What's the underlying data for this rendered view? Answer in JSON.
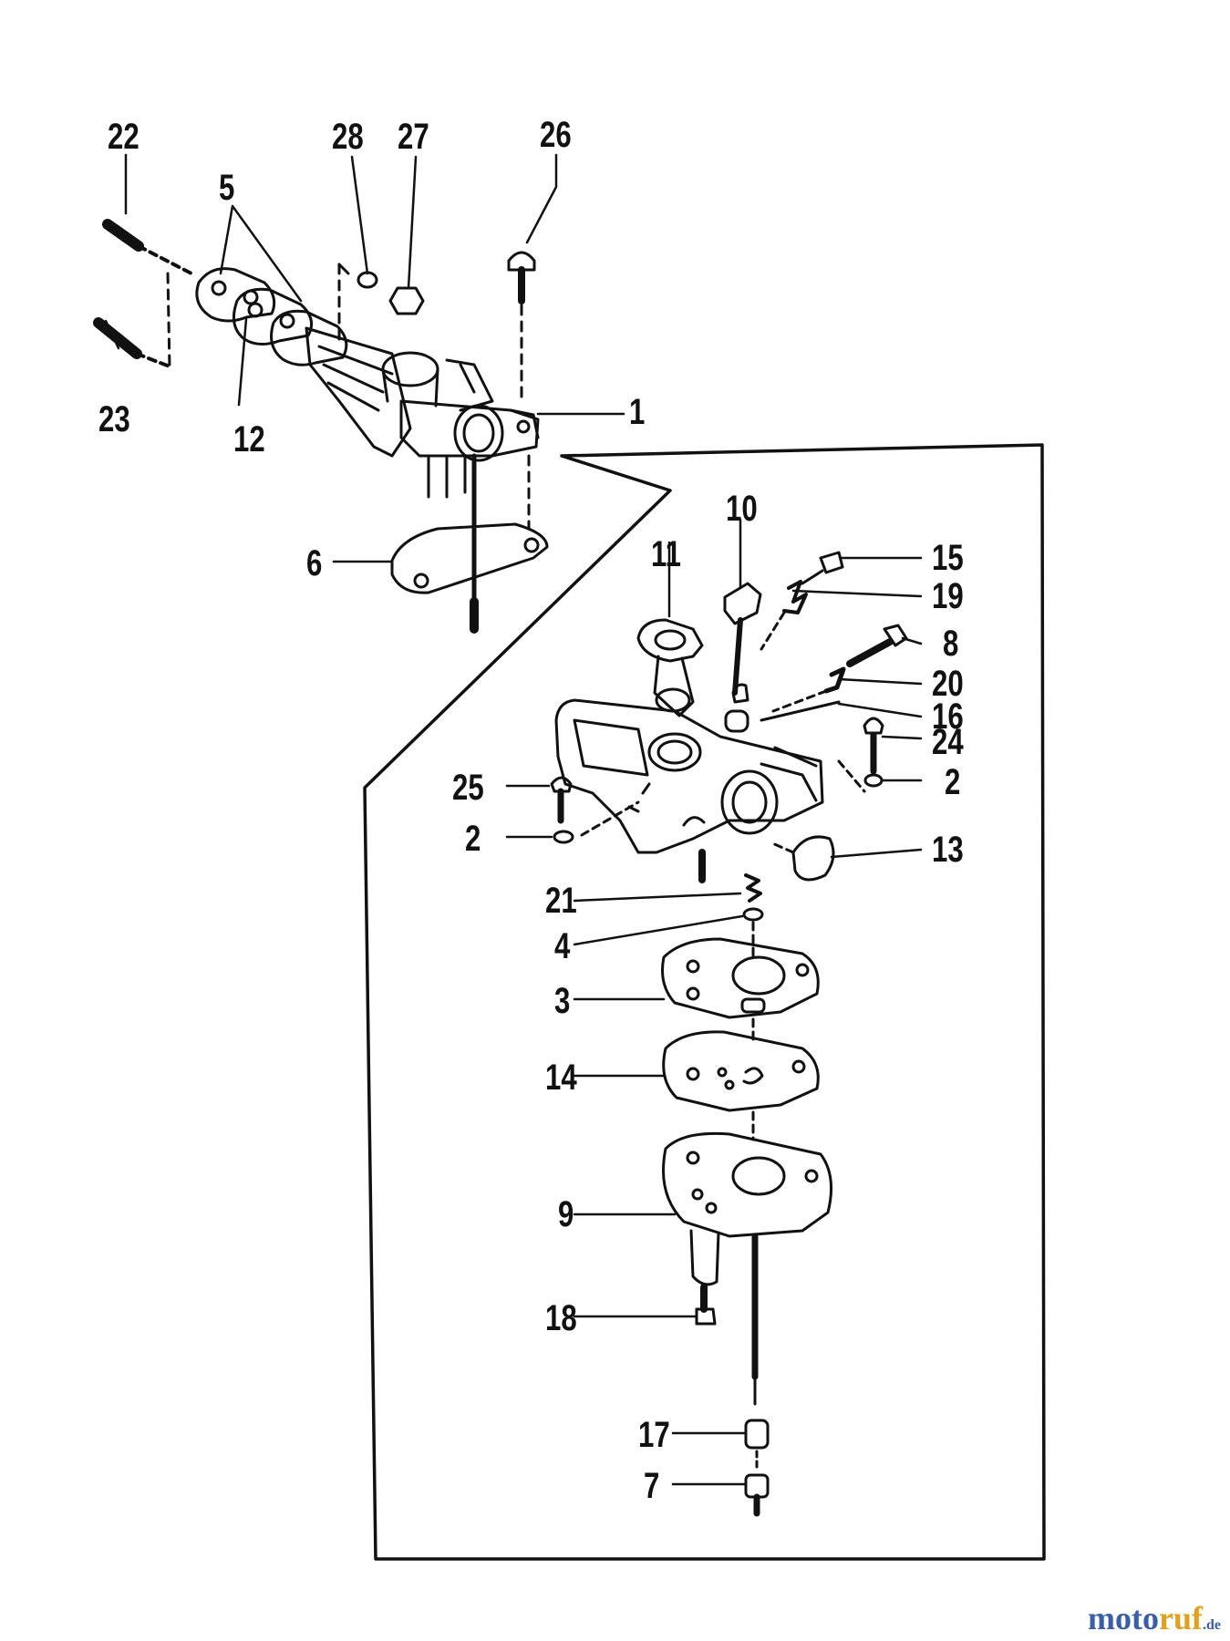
{
  "labels": {
    "l22": "22",
    "l5": "5",
    "l28": "28",
    "l27": "27",
    "l26": "26",
    "l23": "23",
    "l12": "12",
    "l1": "1",
    "l6": "6",
    "l10": "10",
    "l11": "11",
    "l15": "15",
    "l19": "19",
    "l8": "8",
    "l20": "20",
    "l16": "16",
    "l24": "24",
    "l2a": "2",
    "l25": "25",
    "l2b": "2",
    "l13": "13",
    "l21": "21",
    "l4": "4",
    "l3": "3",
    "l14": "14",
    "l9": "9",
    "l18": "18",
    "l17": "17",
    "l7": "7"
  },
  "watermark": {
    "part1": "moto",
    "part2": "ruf",
    "part3": ".de"
  },
  "colors": {
    "ink": "#111111",
    "watermark_blue": "#3a5fa8",
    "watermark_orange": "#e0a020"
  }
}
